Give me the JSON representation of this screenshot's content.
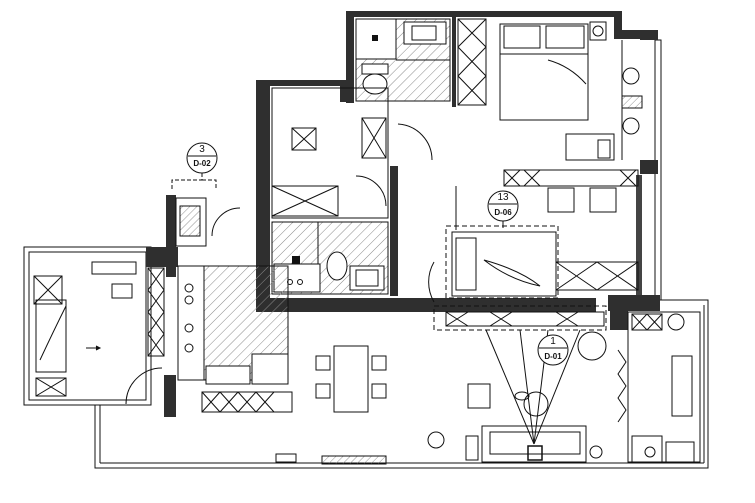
{
  "plan": {
    "colors": {
      "wall": "#2f2f2f",
      "line": "#111111",
      "hatch": "#8a8a8a",
      "background": "#ffffff"
    },
    "elevation_tags": [
      {
        "id": "tag-3",
        "number": "3",
        "code": "D-02"
      },
      {
        "id": "tag-13",
        "number": "13",
        "code": "D-06"
      },
      {
        "id": "tag-1",
        "number": "1",
        "code": "D-01"
      }
    ],
    "icons": [
      "toilet-icon",
      "bed-icon",
      "sofa-icon",
      "dining-table-icon",
      "washbasin-icon",
      "stove-icon",
      "lounge-chair-icon",
      "bathtub-icon"
    ]
  }
}
